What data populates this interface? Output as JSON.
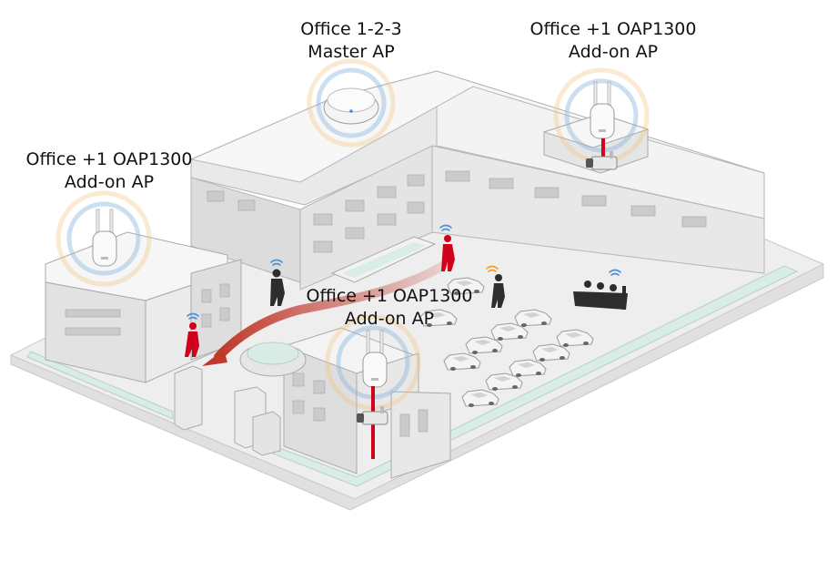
{
  "labels": {
    "master": {
      "line1": "Office 1-2-3",
      "line2": "Master AP"
    },
    "addon_top_right": {
      "line1": "Office +1 OAP1300",
      "line2": "Add-on AP"
    },
    "addon_left": {
      "line1": "Office +1 OAP1300",
      "line2": "Add-on AP"
    },
    "addon_center": {
      "line1": "Office +1 OAP1300",
      "line2": "Add-on AP"
    }
  },
  "colors": {
    "building_top": "#f2f2f2",
    "building_side": "#dcdcdc",
    "building_front": "#e6e6e6",
    "window": "#c8c8c8",
    "glass_strip": "#d9ece6",
    "roaming_path": "#c0392b",
    "person_red": "#d0021b",
    "person_dark": "#2d2d2d",
    "signal_blue": "#8fb8de",
    "signal_orange": "#f2c27a",
    "wifi_blue": "#4a90d9",
    "wifi_orange": "#f0a020"
  }
}
